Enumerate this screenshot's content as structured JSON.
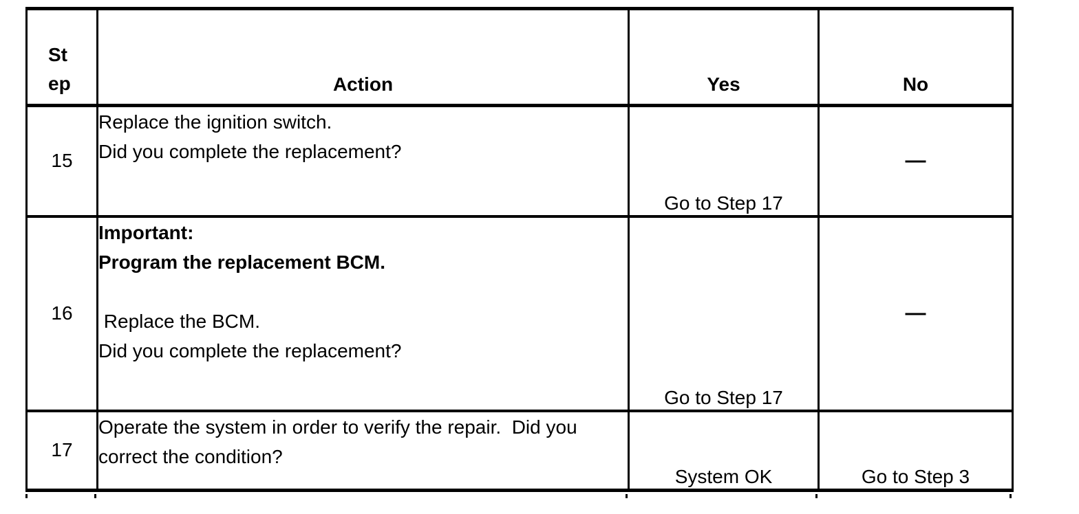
{
  "table": {
    "headers": {
      "step": "Step",
      "action": "Action",
      "yes": "Yes",
      "no": "No"
    },
    "rows": [
      {
        "step": "15",
        "action_lines": [
          "Replace the ignition switch.",
          "Did you complete the replacement?"
        ],
        "yes": "Go to Step 17",
        "no": "—"
      },
      {
        "step": "16",
        "action_lines": [
          "Important:",
          "Program the replacement BCM.",
          "",
          " Replace the BCM.",
          "Did you complete the replacement?"
        ],
        "yes": "Go to Step 17",
        "no": "—"
      },
      {
        "step": "17",
        "action_lines": [
          "Operate the system in order to verify the repair.  Did you",
          "correct the condition?"
        ],
        "yes": "System OK",
        "no": "Go to Step 3"
      }
    ],
    "colors": {
      "text": "#000000",
      "border": "#000000",
      "background": "#ffffff"
    }
  }
}
